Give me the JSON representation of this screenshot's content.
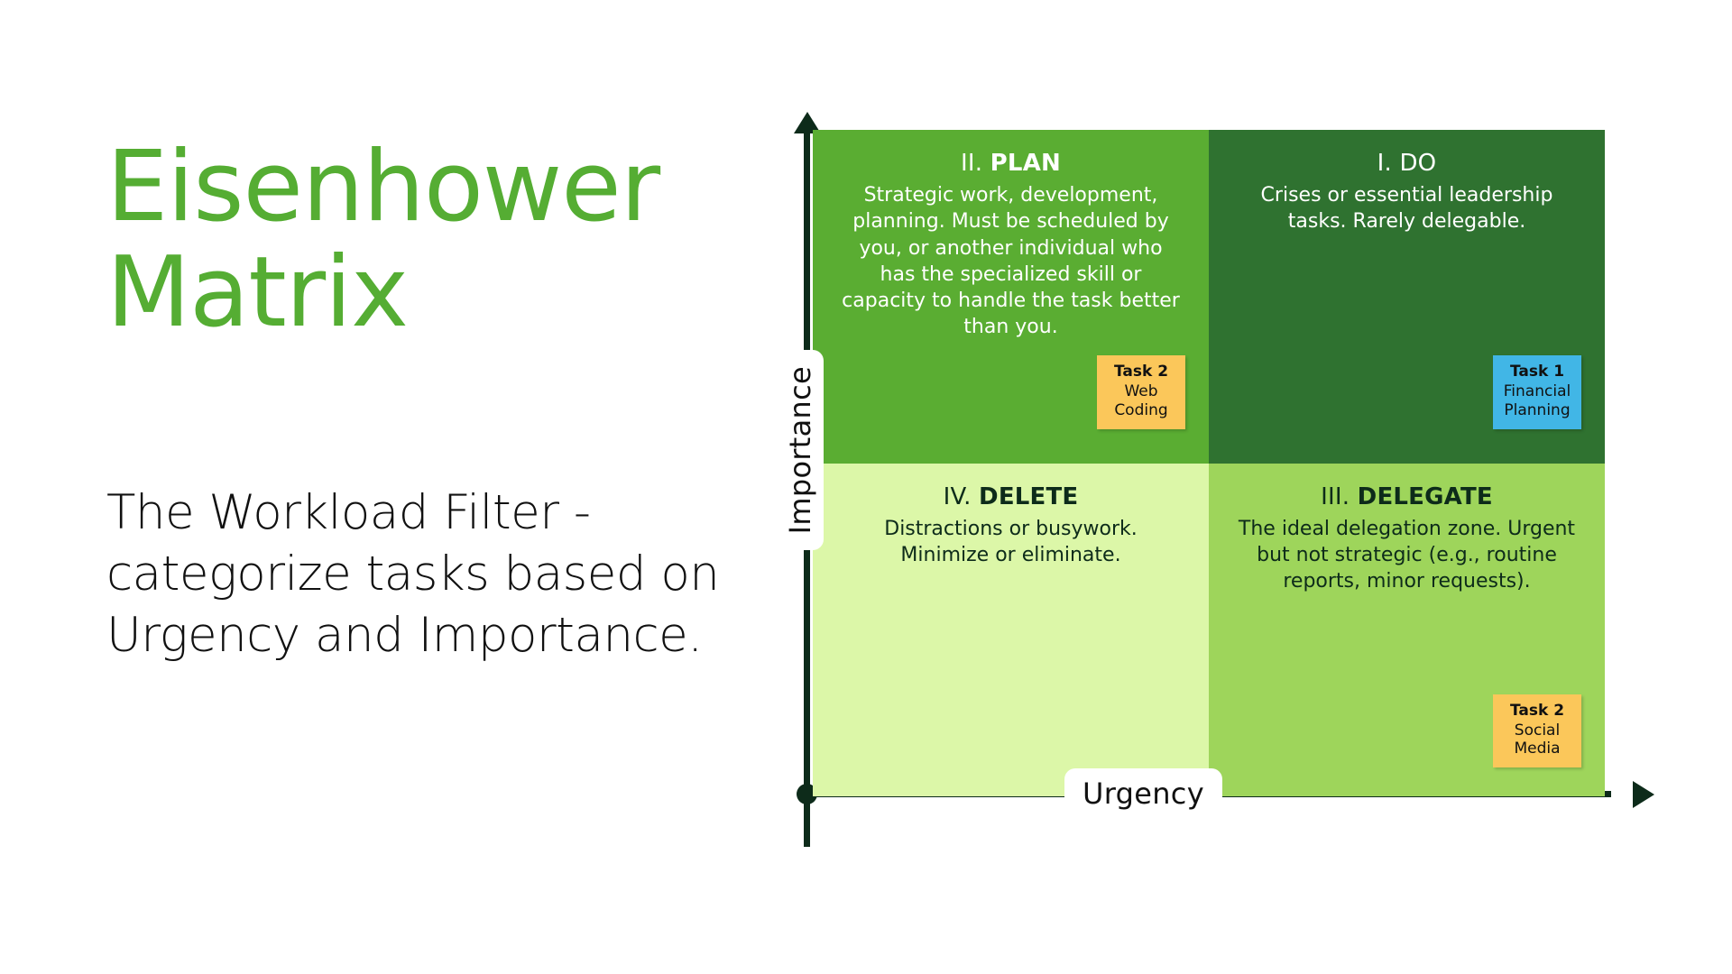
{
  "slide": {
    "title": "Eisenhower\nMatrix",
    "subtitle": "The Workload Filter - categorize tasks based on Urgency and Importance.",
    "title_color": "#55ad33"
  },
  "axes": {
    "x_label": "Urgency",
    "y_label": "Importance",
    "axis_color": "#0d2b1a"
  },
  "quadrants": [
    {
      "id": "plan",
      "number": "II.",
      "name": "PLAN",
      "description": "Strategic work, development, planning. Must be scheduled by you, or another individual who has the specialized skill or capacity to handle the task better than you.",
      "bg_color": "#5aad32",
      "text_color": "#ffffff"
    },
    {
      "id": "do",
      "number": "I.",
      "name": "DO",
      "description": "Crises or essential leadership tasks. Rarely delegable.",
      "bg_color": "#2f7230",
      "text_color": "#ffffff"
    },
    {
      "id": "delete",
      "number": "IV.",
      "name": "DELETE",
      "description": "Distractions or busywork. Minimize or eliminate.",
      "bg_color": "#dcf7a8",
      "text_color": "#0d2b1a"
    },
    {
      "id": "delegate",
      "number": "III.",
      "name": "DELEGATE",
      "description": "The ideal delegation zone. Urgent but not strategic (e.g., routine reports, minor requests).",
      "bg_color": "#9ed55b",
      "text_color": "#0d2b1a"
    }
  ],
  "task_cards": [
    {
      "id": "web-coding",
      "title": "Task 2",
      "body": "Web Coding",
      "bg_color": "#fbc75a",
      "quadrant": "plan"
    },
    {
      "id": "financial-planning",
      "title": "Task 1",
      "body": "Financial Planning",
      "bg_color": "#41b6e6",
      "quadrant": "do"
    },
    {
      "id": "social-media",
      "title": "Task 2",
      "body": "Social Media",
      "bg_color": "#fbc75a",
      "quadrant": "delegate"
    }
  ]
}
